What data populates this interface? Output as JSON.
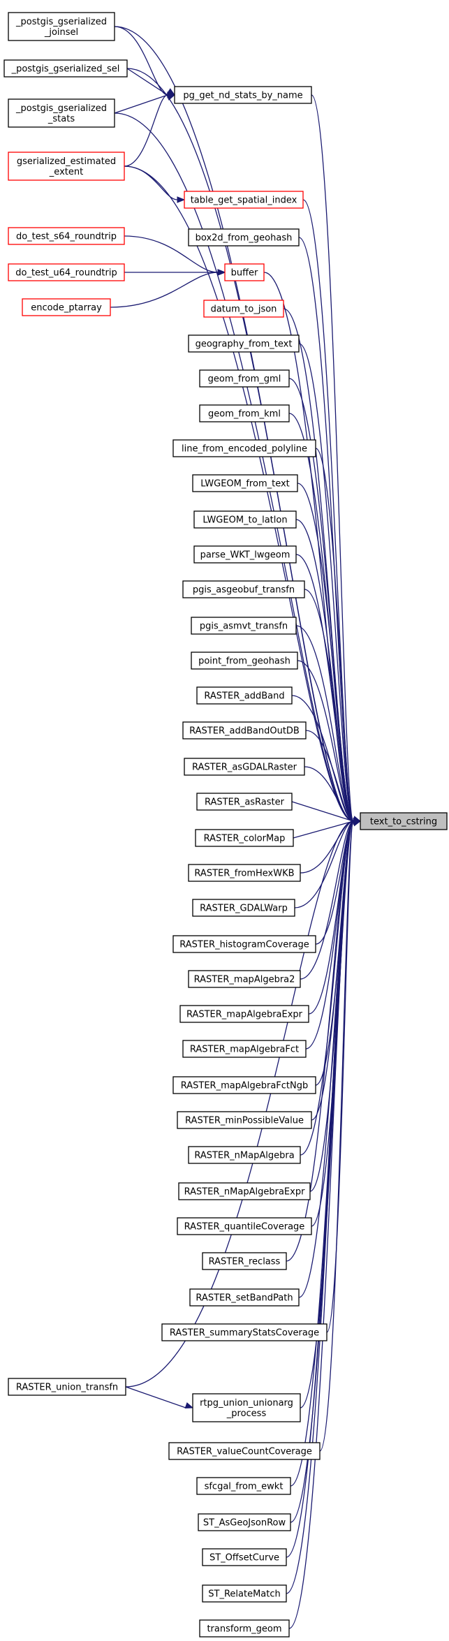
{
  "colors": {
    "edge": "#191970",
    "normal": "#000000",
    "truncated": "#ff0000",
    "focus_fill": "#bfbfbf"
  },
  "focus": {
    "id": "text_to_cstring",
    "lines": [
      "text_to_cstring"
    ]
  },
  "nodes": [
    {
      "id": "joinsel",
      "lines": [
        "_postgis_gserialized",
        "_joinsel"
      ],
      "border": "black"
    },
    {
      "id": "sel",
      "lines": [
        "_postgis_gserialized_sel"
      ],
      "border": "black"
    },
    {
      "id": "stats",
      "lines": [
        "_postgis_gserialized",
        "_stats"
      ],
      "border": "black"
    },
    {
      "id": "estimated_extent",
      "lines": [
        "gserialized_estimated",
        "_extent"
      ],
      "border": "red"
    },
    {
      "id": "pg_get_nd_stats_by_name",
      "lines": [
        "pg_get_nd_stats_by_name"
      ],
      "border": "black"
    },
    {
      "id": "table_get_spatial_index",
      "lines": [
        "table_get_spatial_index"
      ],
      "border": "red"
    },
    {
      "id": "box2d_from_geohash",
      "lines": [
        "box2d_from_geohash"
      ],
      "border": "black"
    },
    {
      "id": "do_test_s64_roundtrip",
      "lines": [
        "do_test_s64_roundtrip"
      ],
      "border": "red"
    },
    {
      "id": "do_test_u64_roundtrip",
      "lines": [
        "do_test_u64_roundtrip"
      ],
      "border": "red"
    },
    {
      "id": "encode_ptarray",
      "lines": [
        "encode_ptarray"
      ],
      "border": "red"
    },
    {
      "id": "buffer",
      "lines": [
        "buffer"
      ],
      "border": "red"
    },
    {
      "id": "datum_to_json",
      "lines": [
        "datum_to_json"
      ],
      "border": "red"
    },
    {
      "id": "geography_from_text",
      "lines": [
        "geography_from_text"
      ],
      "border": "black"
    },
    {
      "id": "geom_from_gml",
      "lines": [
        "geom_from_gml"
      ],
      "border": "black"
    },
    {
      "id": "geom_from_kml",
      "lines": [
        "geom_from_kml"
      ],
      "border": "black"
    },
    {
      "id": "line_from_encoded_polyline",
      "lines": [
        "line_from_encoded_polyline"
      ],
      "border": "black"
    },
    {
      "id": "LWGEOM_from_text",
      "lines": [
        "LWGEOM_from_text"
      ],
      "border": "black"
    },
    {
      "id": "LWGEOM_to_latlon",
      "lines": [
        "LWGEOM_to_latlon"
      ],
      "border": "black"
    },
    {
      "id": "parse_WKT_lwgeom",
      "lines": [
        "parse_WKT_lwgeom"
      ],
      "border": "black"
    },
    {
      "id": "pgis_asgeobuf_transfn",
      "lines": [
        "pgis_asgeobuf_transfn"
      ],
      "border": "black"
    },
    {
      "id": "pgis_asmvt_transfn",
      "lines": [
        "pgis_asmvt_transfn"
      ],
      "border": "black"
    },
    {
      "id": "point_from_geohash",
      "lines": [
        "point_from_geohash"
      ],
      "border": "black"
    },
    {
      "id": "RASTER_addBand",
      "lines": [
        "RASTER_addBand"
      ],
      "border": "black"
    },
    {
      "id": "RASTER_addBandOutDB",
      "lines": [
        "RASTER_addBandOutDB"
      ],
      "border": "black"
    },
    {
      "id": "RASTER_asGDALRaster",
      "lines": [
        "RASTER_asGDALRaster"
      ],
      "border": "black"
    },
    {
      "id": "RASTER_asRaster",
      "lines": [
        "RASTER_asRaster"
      ],
      "border": "black"
    },
    {
      "id": "RASTER_colorMap",
      "lines": [
        "RASTER_colorMap"
      ],
      "border": "black"
    },
    {
      "id": "RASTER_fromHexWKB",
      "lines": [
        "RASTER_fromHexWKB"
      ],
      "border": "black"
    },
    {
      "id": "RASTER_GDALWarp",
      "lines": [
        "RASTER_GDALWarp"
      ],
      "border": "black"
    },
    {
      "id": "RASTER_histogramCoverage",
      "lines": [
        "RASTER_histogramCoverage"
      ],
      "border": "black"
    },
    {
      "id": "RASTER_mapAlgebra2",
      "lines": [
        "RASTER_mapAlgebra2"
      ],
      "border": "black"
    },
    {
      "id": "RASTER_mapAlgebraExpr",
      "lines": [
        "RASTER_mapAlgebraExpr"
      ],
      "border": "black"
    },
    {
      "id": "RASTER_mapAlgebraFct",
      "lines": [
        "RASTER_mapAlgebraFct"
      ],
      "border": "black"
    },
    {
      "id": "RASTER_mapAlgebraFctNgb",
      "lines": [
        "RASTER_mapAlgebraFctNgb"
      ],
      "border": "black"
    },
    {
      "id": "RASTER_minPossibleValue",
      "lines": [
        "RASTER_minPossibleValue"
      ],
      "border": "black"
    },
    {
      "id": "RASTER_nMapAlgebra",
      "lines": [
        "RASTER_nMapAlgebra"
      ],
      "border": "black"
    },
    {
      "id": "RASTER_nMapAlgebraExpr",
      "lines": [
        "RASTER_nMapAlgebraExpr"
      ],
      "border": "black"
    },
    {
      "id": "RASTER_quantileCoverage",
      "lines": [
        "RASTER_quantileCoverage"
      ],
      "border": "black"
    },
    {
      "id": "RASTER_reclass",
      "lines": [
        "RASTER_reclass"
      ],
      "border": "black"
    },
    {
      "id": "RASTER_setBandPath",
      "lines": [
        "RASTER_setBandPath"
      ],
      "border": "black"
    },
    {
      "id": "RASTER_summaryStatsCoverage",
      "lines": [
        "RASTER_summaryStatsCoverage"
      ],
      "border": "black"
    },
    {
      "id": "RASTER_union_transfn",
      "lines": [
        "RASTER_union_transfn"
      ],
      "border": "black"
    },
    {
      "id": "rtpg_union_unionarg_process",
      "lines": [
        "rtpg_union_unionarg",
        "_process"
      ],
      "border": "black"
    },
    {
      "id": "RASTER_valueCountCoverage",
      "lines": [
        "RASTER_valueCountCoverage"
      ],
      "border": "black"
    },
    {
      "id": "sfcgal_from_ewkt",
      "lines": [
        "sfcgal_from_ewkt"
      ],
      "border": "black"
    },
    {
      "id": "ST_AsGeoJsonRow",
      "lines": [
        "ST_AsGeoJsonRow"
      ],
      "border": "black"
    },
    {
      "id": "ST_OffsetCurve",
      "lines": [
        "ST_OffsetCurve"
      ],
      "border": "black"
    },
    {
      "id": "ST_RelateMatch",
      "lines": [
        "ST_RelateMatch"
      ],
      "border": "black"
    },
    {
      "id": "transform_geom",
      "lines": [
        "transform_geom"
      ],
      "border": "black"
    }
  ],
  "edges": [
    [
      "joinsel",
      "text_to_cstring"
    ],
    [
      "joinsel",
      "pg_get_nd_stats_by_name"
    ],
    [
      "sel",
      "text_to_cstring"
    ],
    [
      "sel",
      "pg_get_nd_stats_by_name"
    ],
    [
      "stats",
      "text_to_cstring"
    ],
    [
      "stats",
      "pg_get_nd_stats_by_name"
    ],
    [
      "estimated_extent",
      "text_to_cstring"
    ],
    [
      "estimated_extent",
      "pg_get_nd_stats_by_name"
    ],
    [
      "estimated_extent",
      "table_get_spatial_index"
    ],
    [
      "pg_get_nd_stats_by_name",
      "text_to_cstring"
    ],
    [
      "table_get_spatial_index",
      "text_to_cstring"
    ],
    [
      "box2d_from_geohash",
      "text_to_cstring"
    ],
    [
      "do_test_s64_roundtrip",
      "buffer"
    ],
    [
      "do_test_u64_roundtrip",
      "buffer"
    ],
    [
      "encode_ptarray",
      "buffer"
    ],
    [
      "buffer",
      "text_to_cstring"
    ],
    [
      "datum_to_json",
      "text_to_cstring"
    ],
    [
      "geography_from_text",
      "text_to_cstring"
    ],
    [
      "geom_from_gml",
      "text_to_cstring"
    ],
    [
      "geom_from_kml",
      "text_to_cstring"
    ],
    [
      "line_from_encoded_polyline",
      "text_to_cstring"
    ],
    [
      "LWGEOM_from_text",
      "text_to_cstring"
    ],
    [
      "LWGEOM_to_latlon",
      "text_to_cstring"
    ],
    [
      "parse_WKT_lwgeom",
      "text_to_cstring"
    ],
    [
      "pgis_asgeobuf_transfn",
      "text_to_cstring"
    ],
    [
      "pgis_asmvt_transfn",
      "text_to_cstring"
    ],
    [
      "point_from_geohash",
      "text_to_cstring"
    ],
    [
      "RASTER_addBand",
      "text_to_cstring"
    ],
    [
      "RASTER_addBandOutDB",
      "text_to_cstring"
    ],
    [
      "RASTER_asGDALRaster",
      "text_to_cstring"
    ],
    [
      "RASTER_asRaster",
      "text_to_cstring"
    ],
    [
      "RASTER_colorMap",
      "text_to_cstring"
    ],
    [
      "RASTER_fromHexWKB",
      "text_to_cstring"
    ],
    [
      "RASTER_GDALWarp",
      "text_to_cstring"
    ],
    [
      "RASTER_histogramCoverage",
      "text_to_cstring"
    ],
    [
      "RASTER_mapAlgebra2",
      "text_to_cstring"
    ],
    [
      "RASTER_mapAlgebraExpr",
      "text_to_cstring"
    ],
    [
      "RASTER_mapAlgebraFct",
      "text_to_cstring"
    ],
    [
      "RASTER_mapAlgebraFctNgb",
      "text_to_cstring"
    ],
    [
      "RASTER_minPossibleValue",
      "text_to_cstring"
    ],
    [
      "RASTER_nMapAlgebra",
      "text_to_cstring"
    ],
    [
      "RASTER_nMapAlgebraExpr",
      "text_to_cstring"
    ],
    [
      "RASTER_quantileCoverage",
      "text_to_cstring"
    ],
    [
      "RASTER_reclass",
      "text_to_cstring"
    ],
    [
      "RASTER_setBandPath",
      "text_to_cstring"
    ],
    [
      "RASTER_summaryStatsCoverage",
      "text_to_cstring"
    ],
    [
      "RASTER_union_transfn",
      "text_to_cstring"
    ],
    [
      "RASTER_union_transfn",
      "rtpg_union_unionarg_process"
    ],
    [
      "rtpg_union_unionarg_process",
      "text_to_cstring"
    ],
    [
      "RASTER_valueCountCoverage",
      "text_to_cstring"
    ],
    [
      "sfcgal_from_ewkt",
      "text_to_cstring"
    ],
    [
      "ST_AsGeoJsonRow",
      "text_to_cstring"
    ],
    [
      "ST_OffsetCurve",
      "text_to_cstring"
    ],
    [
      "ST_RelateMatch",
      "text_to_cstring"
    ],
    [
      "transform_geom",
      "text_to_cstring"
    ]
  ]
}
